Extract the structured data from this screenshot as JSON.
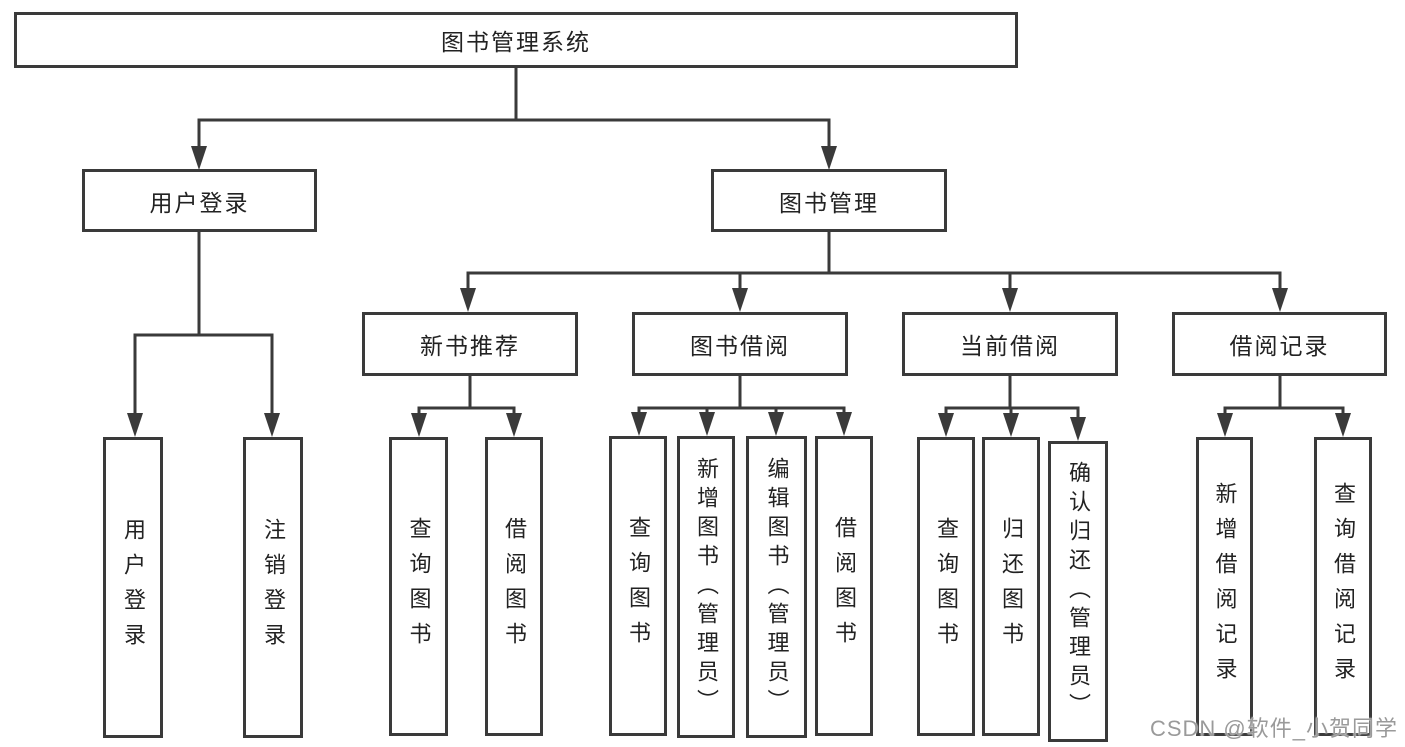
{
  "diagram": {
    "type": "hierarchy-tree",
    "title": "图书管理系统",
    "branches": {
      "user_login": {
        "label": "用户登录",
        "leaves": {
          "login": "用户登录",
          "logout": "注销登录"
        }
      },
      "book_mgmt": {
        "label": "图书管理",
        "groups": {
          "new_books": {
            "label": "新书推荐",
            "leaves": {
              "query": "查询图书",
              "borrow": "借阅图书"
            }
          },
          "borrowing": {
            "label": "图书借阅",
            "leaves": {
              "query": "查询图书",
              "add": "新增图书（管理员）",
              "edit": "编辑图书（管理员）",
              "borrow": "借阅图书"
            }
          },
          "current": {
            "label": "当前借阅",
            "leaves": {
              "query": "查询图书",
              "return": "归还图书",
              "confirm": "确认归还（管理员）"
            }
          },
          "records": {
            "label": "借阅记录",
            "leaves": {
              "add": "新增借阅记录",
              "query": "查询借阅记录"
            }
          }
        }
      }
    }
  },
  "colors": {
    "line": "#3a3a3a",
    "box_border": "#3a3a3a",
    "text": "#222222",
    "background": "#ffffff",
    "watermark": "#9a9a9a"
  },
  "watermark": {
    "text": "CSDN @软件_小贺同学"
  }
}
